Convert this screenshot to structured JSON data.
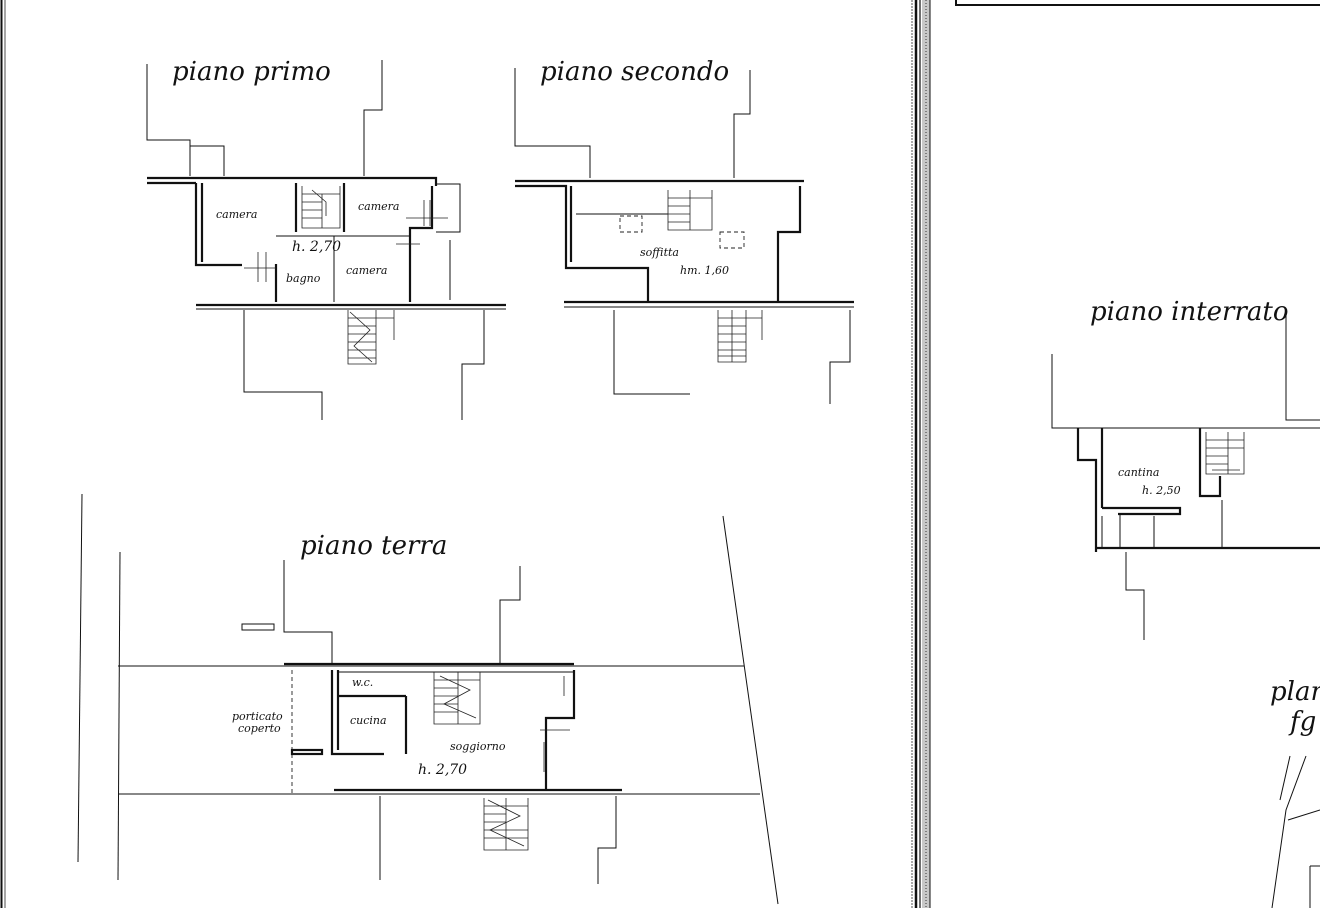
{
  "sheet": {
    "plans": {
      "primo": {
        "title": "piano primo",
        "rooms": {
          "camera_left": "camera",
          "camera_right": "camera",
          "camera_bottom": "camera",
          "bagno": "bagno",
          "height": "h. 2,70"
        }
      },
      "secondo": {
        "title": "piano secondo",
        "rooms": {
          "soffitta": "soffitta",
          "height": "hm. 1,60"
        }
      },
      "terra": {
        "title": "piano terra",
        "rooms": {
          "porticato_1": "porticato",
          "porticato_2": "coperto",
          "wc": "w.c.",
          "cucina": "cucina",
          "soggiorno": "soggiorno",
          "height": "h. 2,70"
        }
      },
      "interrato": {
        "title": "piano interrato",
        "rooms": {
          "cantina": "cantina",
          "height": "h. 2,50"
        }
      },
      "planimetria": {
        "title_partial": "plan",
        "sub_partial": "fg"
      }
    }
  }
}
